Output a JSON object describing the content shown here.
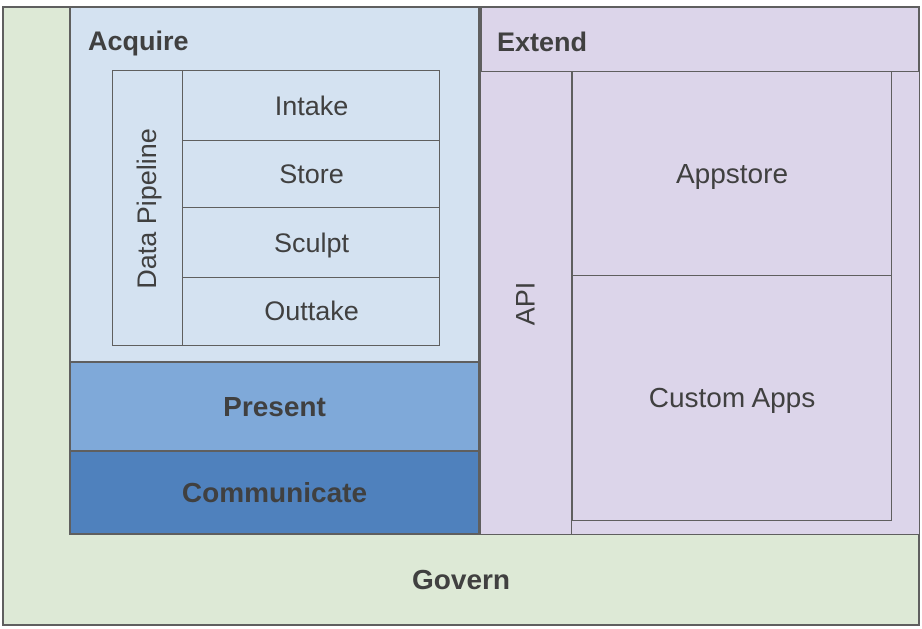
{
  "govern": {
    "label": "Govern"
  },
  "acquire": {
    "title": "Acquire",
    "pipeline": {
      "label": "Data Pipeline",
      "steps": [
        "Intake",
        "Store",
        "Sculpt",
        "Outtake"
      ]
    }
  },
  "present": {
    "label": "Present"
  },
  "communicate": {
    "label": "Communicate"
  },
  "extend": {
    "title": "Extend",
    "api": {
      "label": "API"
    },
    "apps": [
      "Appstore",
      "Custom Apps"
    ]
  },
  "colors": {
    "govern": "#dde9d6",
    "acquire": "#d4e2f1",
    "present": "#7fa9d9",
    "communicate": "#4f81bd",
    "extend": "#dcd5ea",
    "border": "#5f5f5f",
    "text": "#404040"
  }
}
